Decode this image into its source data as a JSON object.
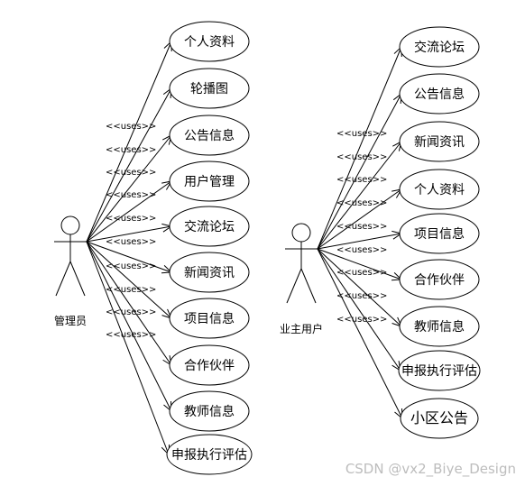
{
  "actors": {
    "admin": {
      "name": "管理员",
      "use_cases": [
        "个人资料",
        "轮播图",
        "公告信息",
        "用户管理",
        "交流论坛",
        "新闻资讯",
        "项目信息",
        "合作伙伴",
        "教师信息",
        "申报执行评估"
      ]
    },
    "owner": {
      "name": "业主用户",
      "use_cases": [
        "交流论坛",
        "公告信息",
        "新闻资讯",
        "个人资料",
        "项目信息",
        "合作伙伴",
        "教师信息",
        "申报执行评估",
        "小区公告"
      ]
    }
  },
  "relationship_label": "<<uses>>",
  "watermark": "CSDN @vx2_Biye_Design",
  "colors": {
    "stroke": "#000000",
    "background": "#ffffff",
    "watermark": "#bdbdbd"
  }
}
